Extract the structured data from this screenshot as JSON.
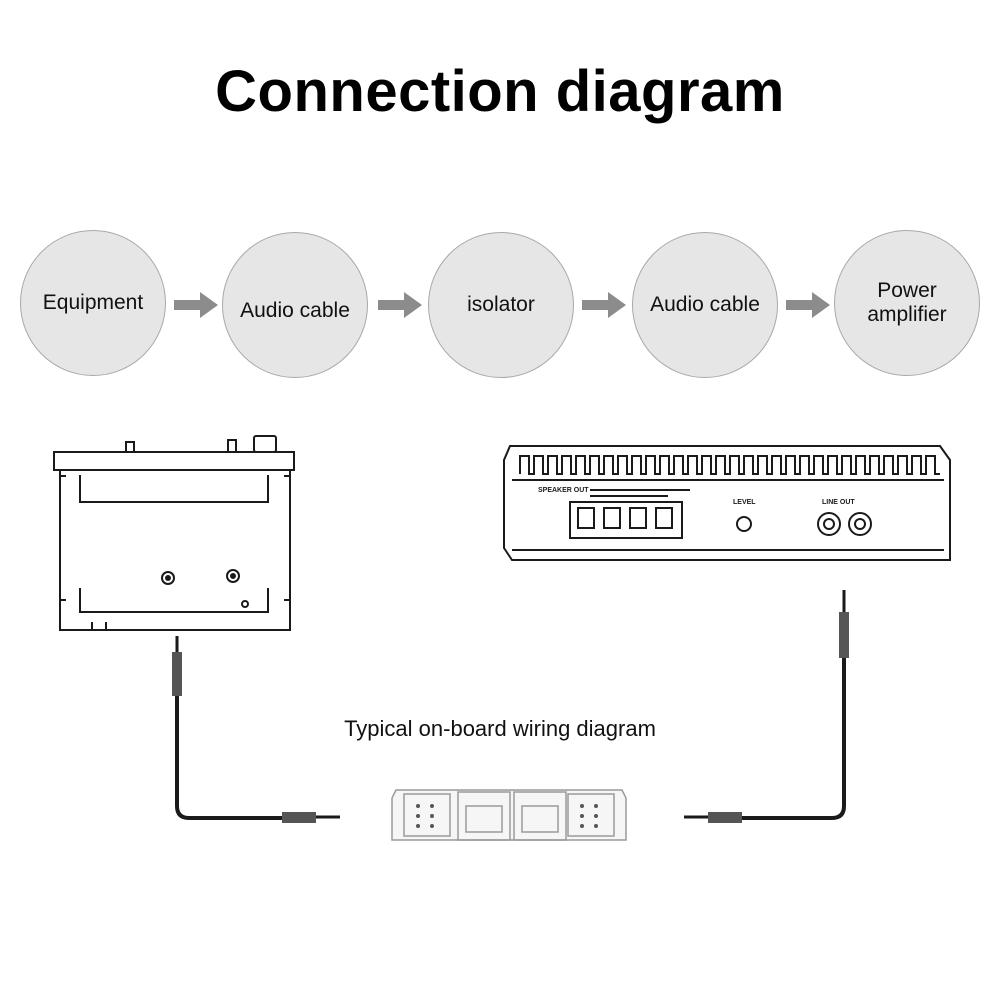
{
  "title": "Connection diagram",
  "flow": [
    {
      "label": "Equipment"
    },
    {
      "label": "Audio cable"
    },
    {
      "label": "isolator"
    },
    {
      "label": "Audio cable"
    },
    {
      "label": "Power\namplifier"
    }
  ],
  "wiring_label": "Typical on-board wiring diagram",
  "amplifier_panel": {
    "speaker_label": "SPEAKER OUT",
    "level_label": "LEVEL",
    "line_out_label": "LINE OUT"
  },
  "colors": {
    "circle_fill": "#e6e6e6",
    "circle_border": "#a9a9a9",
    "arrow": "#8c8c8c",
    "line_art": "#1a1a1a"
  }
}
